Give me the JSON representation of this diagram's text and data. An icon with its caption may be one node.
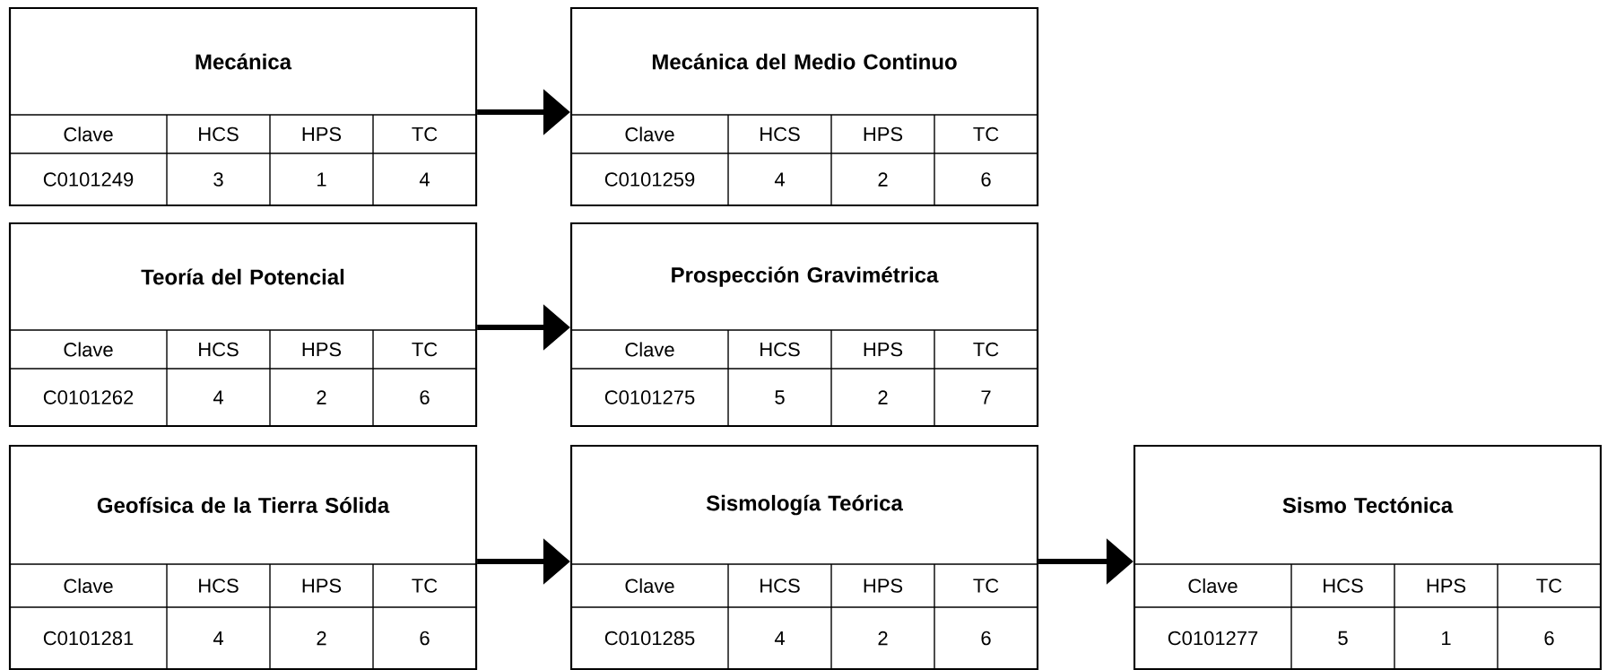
{
  "diagram": {
    "nodes": [
      {
        "text": [
          "Mecánica",
          "Clave",
          "HCS",
          "HPS",
          "TC",
          "C0101249",
          "3",
          "1",
          "4"
        ]
      },
      {
        "text": [
          "Mecánica del Medio Continuo",
          "Clave",
          "HCS",
          "HPS",
          "TC",
          "C0101259",
          "4",
          "2",
          "6"
        ]
      },
      {
        "text": [
          "Teoría del Potencial",
          "Clave",
          "HCS",
          "HPS",
          "TC",
          "C0101262",
          "4",
          "2",
          "6"
        ]
      },
      {
        "text": [
          "Prospección Gravimétrica",
          "Clave",
          "HCS",
          "HPS",
          "TC",
          "C0101275",
          "5",
          "2",
          "7"
        ]
      },
      {
        "text": [
          "Geofísica de la Tierra Sólida",
          "Clave",
          "HCS",
          "HPS",
          "TC",
          "C0101281",
          "4",
          "2",
          "6"
        ]
      },
      {
        "text": [
          "Sismología Teórica",
          "Clave",
          "HCS",
          "HPS",
          "TC",
          "C0101285",
          "4",
          "2",
          "6"
        ]
      },
      {
        "text": [
          "Sismo Tectónica",
          "Clave",
          "HCS",
          "HPS",
          "TC",
          "C0101277",
          "5",
          "1",
          "6"
        ]
      }
    ],
    "edges": [
      {
        "from": 0,
        "to": 1,
        "arrow": "to"
      },
      {
        "from": 2,
        "to": 3,
        "arrow": "to"
      },
      {
        "from": 4,
        "to": 5,
        "arrow": "to"
      },
      {
        "from": 5,
        "to": 6,
        "arrow": "to"
      }
    ]
  }
}
